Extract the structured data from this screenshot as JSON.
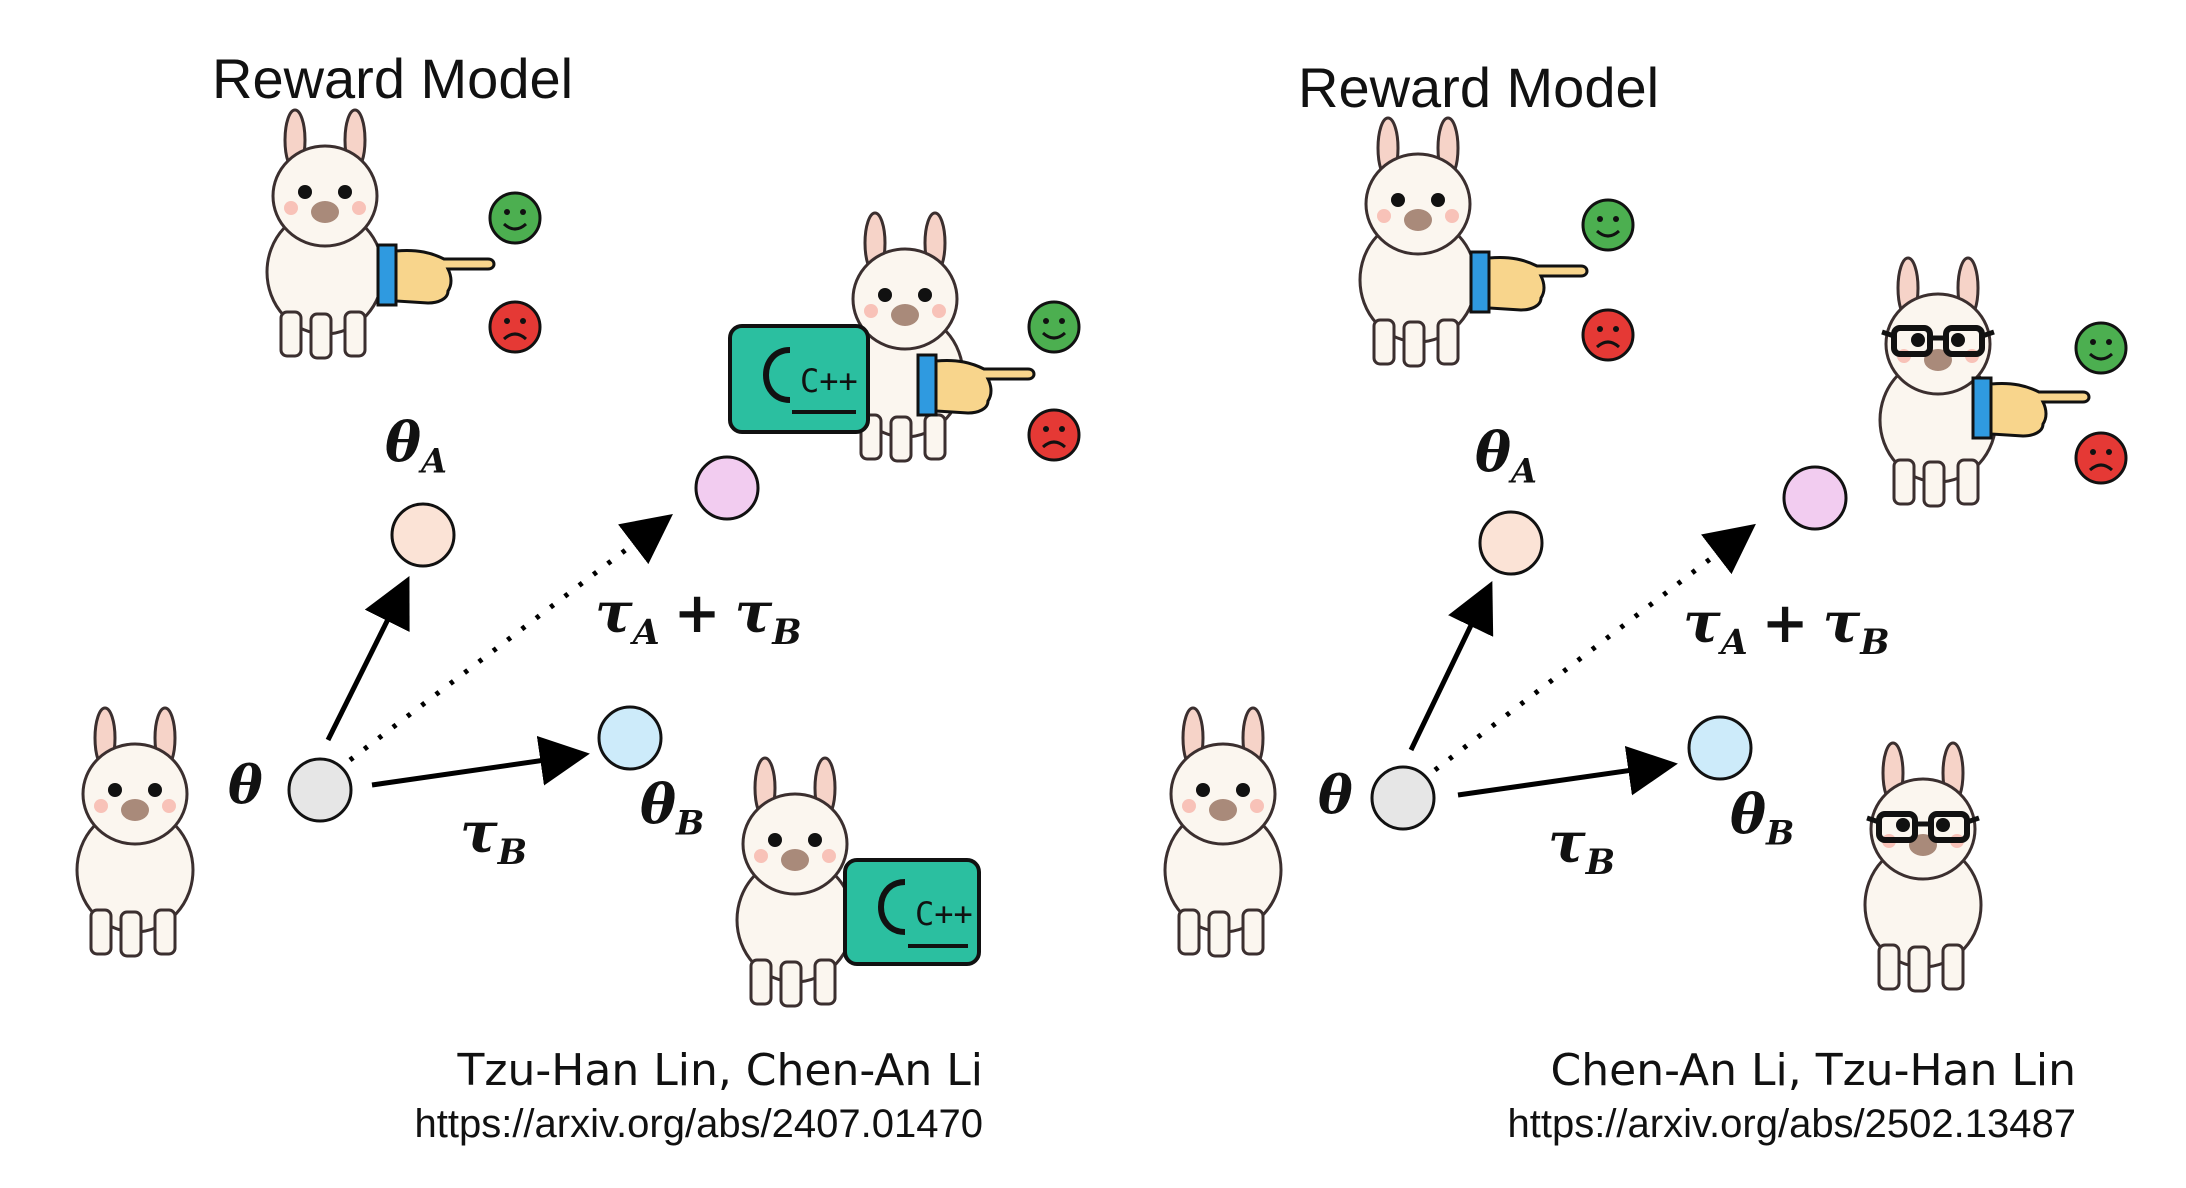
{
  "panels": [
    {
      "title": "Reward Model",
      "theta": "θ",
      "theta_a": "θ",
      "theta_a_sub": "A",
      "theta_b": "θ",
      "theta_b_sub": "B",
      "tau_a": "τ",
      "tau_a_sub": "A",
      "plus": "+",
      "tau_b": "τ",
      "tau_b_sub": "B",
      "tau_b_arrow": "τ",
      "tau_b_arrow_sub": "B",
      "code_label": "C++",
      "authors": "Tzu-Han Lin, Chen-An Li",
      "url": "https://arxiv.org/abs/2407.01470"
    },
    {
      "title": "Reward Model",
      "theta": "θ",
      "theta_a": "θ",
      "theta_a_sub": "A",
      "theta_b": "θ",
      "theta_b_sub": "B",
      "tau_a": "τ",
      "tau_a_sub": "A",
      "plus": "+",
      "tau_b": "τ",
      "tau_b_sub": "B",
      "tau_b_arrow": "τ",
      "tau_b_arrow_sub": "B",
      "authors": "Chen-An Li, Tzu-Han Lin",
      "url": "https://arxiv.org/abs/2502.13487"
    }
  ],
  "colors": {
    "theta_node": "#e6e6e6",
    "theta_a_node": "#fbe3d6",
    "theta_b_node": "#cdebfa",
    "merged_node": "#f2ccf0",
    "code_box": "#2bbfa0",
    "happy_face": "#4caf50",
    "sad_face": "#e53935",
    "hand_skin": "#f8d58c",
    "cuff": "#2f9ae0"
  }
}
